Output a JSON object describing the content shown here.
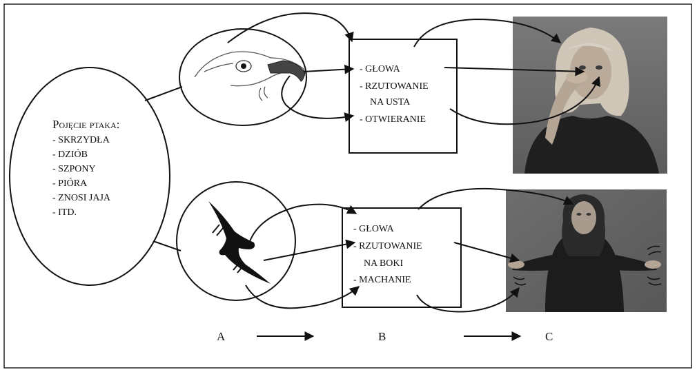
{
  "concept": {
    "title": "Pojęcie ptaka:",
    "items": [
      "- SKRZYDŁA",
      "- DZIÓB",
      "- SZPONY",
      "- PIÓRA",
      "- ZNOSI JAJA",
      "- ITD."
    ]
  },
  "top_features": [
    "- GŁOWA",
    "- RZUTOWANIE",
    "NA USTA",
    "- OTWIERANIE"
  ],
  "bottom_features": [
    "- GŁOWA",
    "- RZUTOWANIE",
    "NA BOKI",
    "- MACHANIE"
  ],
  "stages": [
    "A",
    "B",
    "C"
  ],
  "colors": {
    "ink": "#111111",
    "photo_bg_top": "#7a7a7a",
    "photo_bg_bottom": "#5c5c5c"
  },
  "icons": [
    "eagle-head-drawing",
    "flying-bird-silhouette",
    "woman-signing-mouth-photo",
    "girl-signing-arms-photo"
  ]
}
